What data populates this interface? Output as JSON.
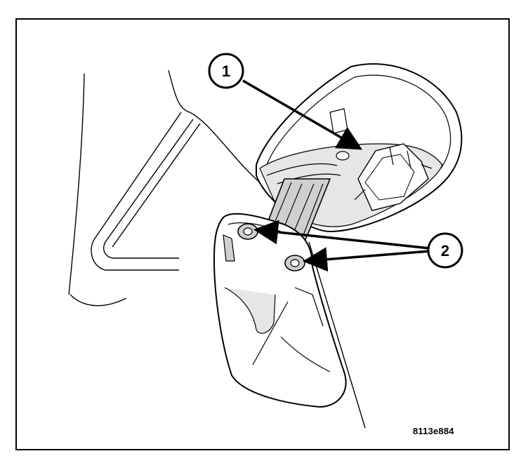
{
  "callouts": [
    {
      "label": "1"
    },
    {
      "label": "2"
    }
  ],
  "figure_id": "8113e884",
  "colors": {
    "ink": "#000000",
    "shade": "#cfcfcf",
    "light_shade": "#e6e6e6",
    "paper": "#ffffff"
  }
}
